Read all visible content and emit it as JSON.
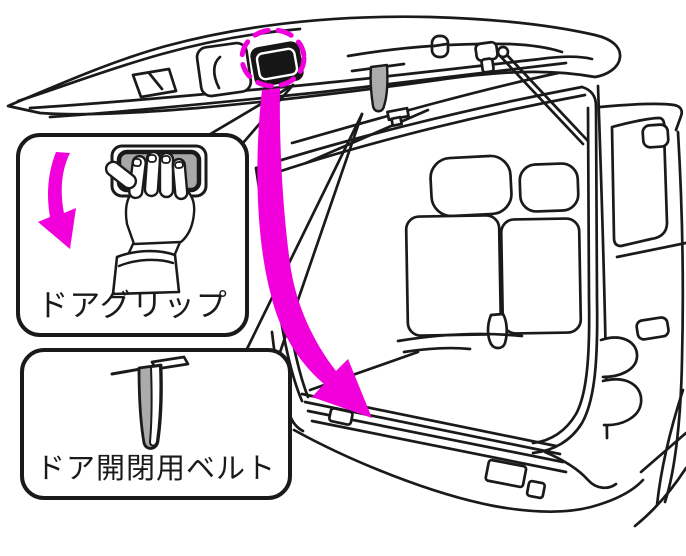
{
  "figure": {
    "alt": "Open rear liftgate of a van seen from behind; dashed circle highlights the door grip on the liftgate trim and a large magenta arrow shows the pull-down closing motion toward the bumper.",
    "callouts": [
      {
        "id": "door-grip",
        "label": "ドアグリップ"
      },
      {
        "id": "door-strap",
        "label": "ドア開閉用ベルト"
      }
    ],
    "colors": {
      "highlight_magenta": "#f200dc",
      "line_black": "#1a1a1a",
      "grip_gray": "#a8a8a8",
      "background": "#ffffff"
    },
    "icons": [
      "grip-highlight-circle",
      "close-direction-arrow",
      "pull-down-arrow",
      "hand-gripping-handle-icon",
      "door-strap-icon"
    ]
  }
}
